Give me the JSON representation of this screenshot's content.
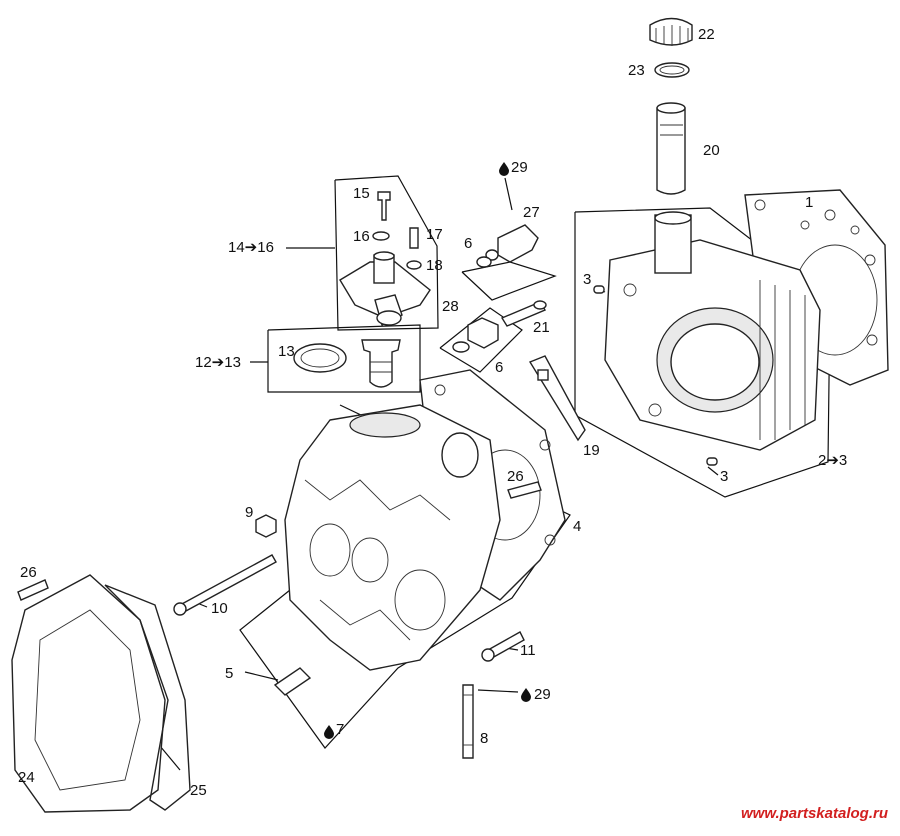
{
  "labels": {
    "l1": "1",
    "l2to3": "2➔3",
    "l3a": "3",
    "l3b": "3",
    "l4": "4",
    "l5": "5",
    "l6a": "6",
    "l6b": "6",
    "l7": "7",
    "l8": "8",
    "l9": "9",
    "l10": "10",
    "l11": "11",
    "l12to13": "12➔13",
    "l13": "13",
    "l14to16": "14➔16",
    "l15": "15",
    "l16": "16",
    "l17": "17",
    "l18": "18",
    "l19": "19",
    "l20": "20",
    "l21": "21",
    "l22": "22",
    "l23": "23",
    "l24": "24",
    "l25": "25",
    "l26a": "26",
    "l26b": "26",
    "l27": "27",
    "l28": "28",
    "l29a": "29",
    "l29b": "29"
  },
  "watermark": "www.partskatalog.ru",
  "icons": {
    "lubricant": "oil-drop-icon"
  }
}
